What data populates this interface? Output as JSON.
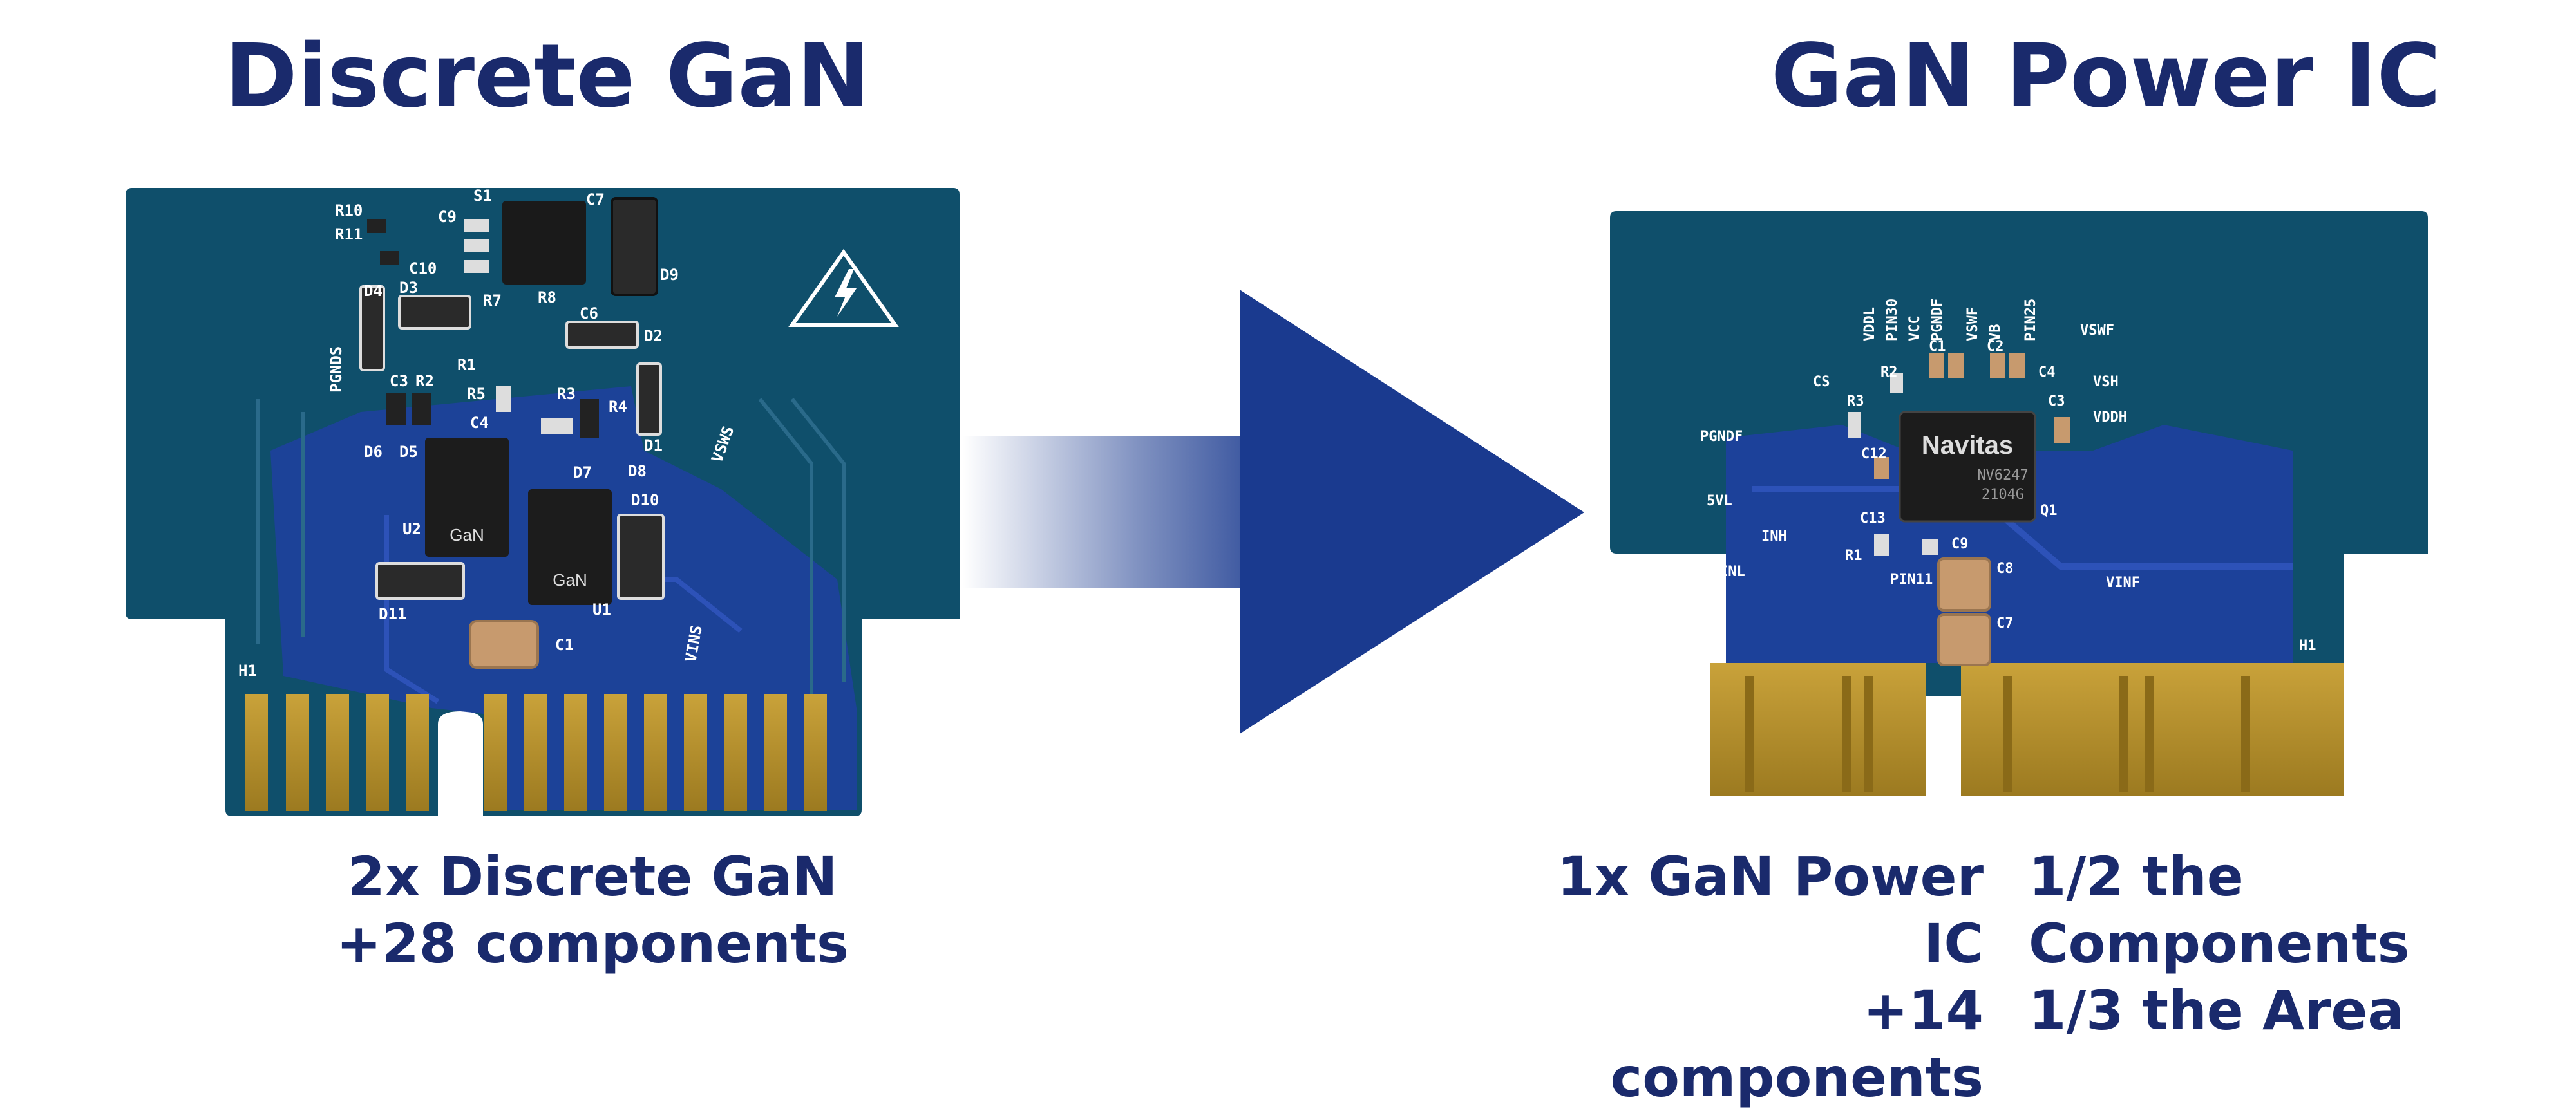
{
  "left_board": {
    "title": "Discrete GaN",
    "caption_line1": "2x Discrete GaN",
    "caption_line2": "+28 components",
    "silkscreen": [
      "R10",
      "R11",
      "S1",
      "C7",
      "C9",
      "C10",
      "D9",
      "D4",
      "D3",
      "R7",
      "R8",
      "PGNDS",
      "R1",
      "C6",
      "D2",
      "C3",
      "R2",
      "R5",
      "R3",
      "R4",
      "VSWS",
      "D6",
      "D5",
      "C4",
      "D1",
      "D7",
      "D8",
      "D10",
      "U2",
      "U1",
      "D11",
      "C1",
      "VINS",
      "H1"
    ],
    "ic_marks": [
      "GaN",
      "GaN"
    ]
  },
  "right_board": {
    "title": "GaN Power IC",
    "caption_line1": "1x GaN Power IC",
    "caption_line2": "+14 components",
    "caption_line3": "1/2 the Components",
    "caption_line4": "1/3 the Area",
    "ic_brand": "Navitas",
    "ic_marking_1": "NV6247",
    "ic_marking_2": "2104G",
    "silkscreen": [
      "VDDL",
      "PIN30",
      "VCC",
      "PGNDF",
      "VSWF",
      "VB",
      "PIN25",
      "VSWF",
      "CS",
      "R2",
      "C1",
      "C2",
      "C4",
      "VSH",
      "R3",
      "C3",
      "VDDH",
      "PGNDF",
      "C12",
      "5VL",
      "C13",
      "Q1",
      "INH",
      "R1",
      "C9",
      "INL",
      "PIN11",
      "C8",
      "VINF",
      "C7",
      "H1"
    ]
  },
  "colors": {
    "title": "#1a2a6c",
    "pcb": "#0f4f6b",
    "copper_pour": "#1e3fa0",
    "gold": "#b8902a",
    "arrow": "#1a3a8f"
  }
}
